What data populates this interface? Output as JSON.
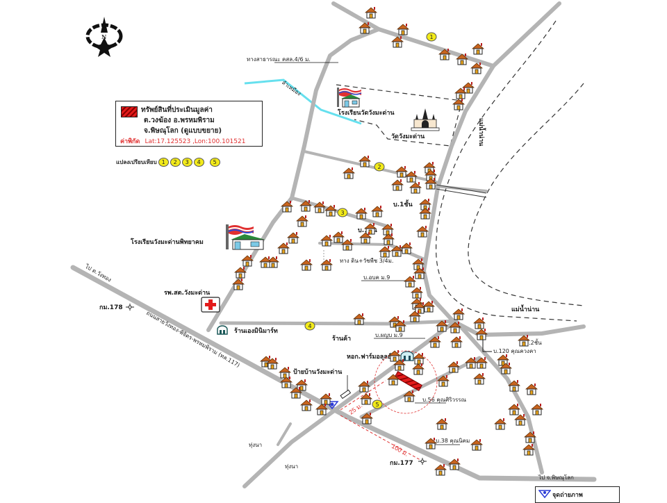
{
  "map": {
    "legend": {
      "title": "ทรัพย์สินที่ประเมินมูลค่า",
      "line2": "ต.วงฆ้อง  อ.พรหมพิราม",
      "line3": "จ.พิษณุโลก (ดูแบบขยาย)",
      "coord_label": "ค่าพิกัด",
      "coord_value": "Lat:17.125523 ,Lon:100.101521",
      "property_color": "#e31b1b"
    },
    "comparison": {
      "label": "แปลงเปรียบเทียบ",
      "markers": [
        "1",
        "2",
        "3",
        "4",
        "5"
      ]
    },
    "compass": {
      "letter": "N",
      "icon": "north-arrow-icon"
    },
    "photo_legend": {
      "label": "จุดถ่ายภาพ",
      "icon": "camera-view-icon"
    },
    "labels": {
      "public_road": "ทางสาธารณะ คสล.4/6 ม.",
      "canal": "ลำเหมือง",
      "school_temple": "โรงเรียนวัดวังมะด่าน",
      "temple": "วัดวังมะด่าน",
      "river_north": "แม่น้ำน่าน",
      "river_east": "แม่น้ำน่าน",
      "school": "โรงเรียนวังมะด่านพิทยาคม",
      "hospital": "รพ.สต.วังมะด่าน",
      "to_wangthong": "ไป ต.วังทอง",
      "km178": "กม.178",
      "highway": "ถนนสายวังทอง-พิจิตร-พรหมพิราม (ทล.117)",
      "mini_mart": "ร้านเองมินิมาร์ท",
      "shop": "ร้านค้า",
      "house_1floor_a": "บ.1ชั้น",
      "house_1floor_b": "บ.1ชั้น",
      "soil_road": "ทาง ดิน+วัชพืช 3/4ม.",
      "house_osm": "บ.อบค ม.9",
      "house_pyb": "บ.ผญบ ม.9",
      "dorm": "หอก.ฟาร์มอลุลย์",
      "village_sign": "ป้ายบ้านวังมะด่าน",
      "house_120": "บ.120 คุณควงคา",
      "house_2floor": "บ.2ชั้น",
      "house_56": "บ.56 คุณศิริวรรณ",
      "house_38": "บ.38 คุณนิคม",
      "km177": "กม.177",
      "field_a": "ทุ่งนา",
      "field_b": "ทุ่งนา",
      "to_phitsanulok": "ไป จ.พิษณุโลก",
      "dist_25": "25 ม.",
      "dist_100": "100 ม."
    },
    "colors": {
      "road": "#b4b4b4",
      "canal": "#66e0ee",
      "marker_fill": "#f2ea1a",
      "distance": "#e03030"
    }
  }
}
